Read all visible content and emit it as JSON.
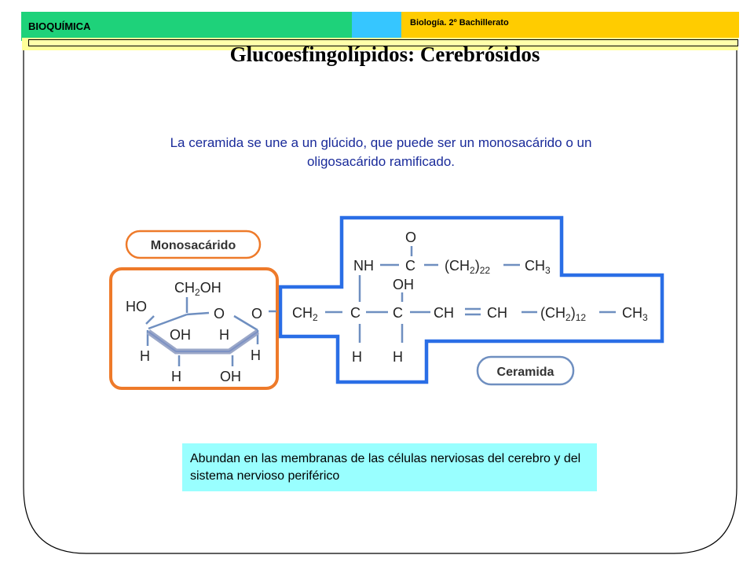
{
  "header": {
    "subject": "BIOQUÍMICA",
    "course": "Biología. 2º Bachillerato"
  },
  "title": "Glucoesfingolípidos: Cerebrósidos",
  "intro": "La ceramida se une a un glúcido, que puede ser un monosacárido o un oligosacárido ramificado.",
  "labels": {
    "monosaccharide": "Monosacárido",
    "ceramide": "Ceramida"
  },
  "sugar": {
    "ch2oh": "CH",
    "ch2oh_sub": "2",
    "ch2oh_tail": "OH",
    "ho": "HO",
    "ring_o": "O",
    "oh_inner": "OH",
    "h_inner": "H",
    "h_left": "H",
    "h_right": "H",
    "h_bottom": "H",
    "oh_bottom": "OH",
    "link_o": "O"
  },
  "ceramide": {
    "o_top": "O",
    "nh": "NH",
    "c_carbonyl": "C",
    "ch2_22": "(CH",
    "ch2_22_sub": "2",
    "ch2_22_close": ")",
    "ch2_22_n": "22",
    "ch3_top": "CH",
    "ch3_top_sub": "3",
    "oh": "OH",
    "ch2": "CH",
    "ch2_sub": "2",
    "c1": "C",
    "c2": "C",
    "ch_a": "CH",
    "ch_b": "CH",
    "ch2_12": "(CH",
    "ch2_12_sub": "2",
    "ch2_12_close": ")",
    "ch2_12_n": "12",
    "ch3_bot": "CH",
    "ch3_bot_sub": "3",
    "h1": "H",
    "h2": "H"
  },
  "note": "Abundan en las membranas de las células nerviosas del cerebro y del sistema nervioso periférico",
  "colors": {
    "green": "#1ed27a",
    "cyan": "#36c6ff",
    "yellow": "#ffcc00",
    "orange": "#ee7a2a",
    "blue": "#2a6ee6",
    "text_blue": "#1a2b9a",
    "note_bg": "#99ffff"
  }
}
